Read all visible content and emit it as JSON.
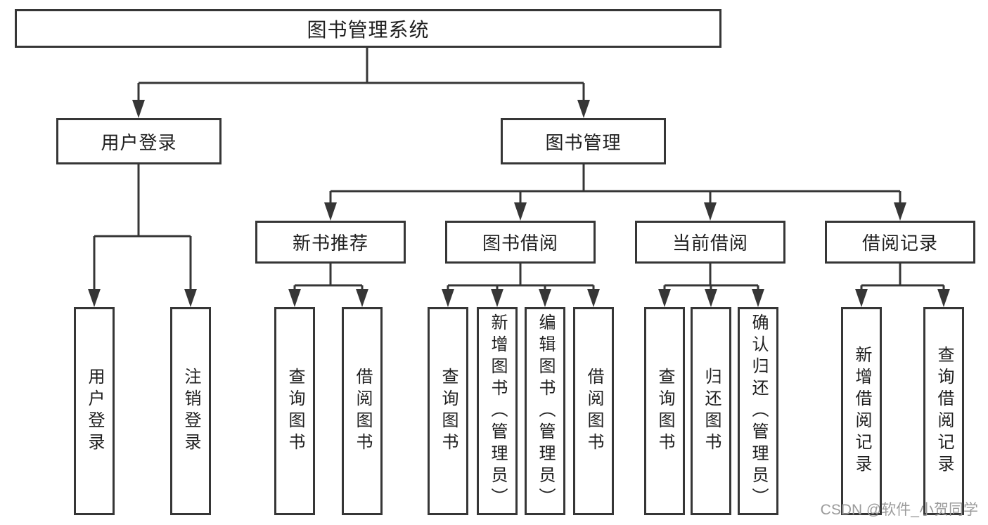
{
  "nodes": {
    "root": "图书管理系统",
    "user_login": "用户登录",
    "book_management": "图书管理",
    "new_book_recommend": "新书推荐",
    "book_borrow": "图书借阅",
    "current_borrow": "当前借阅",
    "borrow_records": "借阅记录",
    "leaf_user_login": "用户登录",
    "leaf_logout": "注销登录",
    "leaf_query_books_1": "查询图书",
    "leaf_borrow_books_1": "借阅图书",
    "leaf_query_books_2": "查询图书",
    "leaf_add_book_admin": "新增图书（管理员）",
    "leaf_edit_book_admin": "编辑图书（管理员）",
    "leaf_borrow_books_2": "借阅图书",
    "leaf_query_books_3": "查询图书",
    "leaf_return_book": "归还图书",
    "leaf_confirm_return_admin": "确认归还（管理员）",
    "leaf_add_borrow_record": "新增借阅记录",
    "leaf_query_borrow_record": "查询借阅记录"
  },
  "watermark": {
    "text": "CSDN @软件_小贺同学"
  },
  "colors": {
    "line": "#363636",
    "text": "#1f1f1f",
    "watermark": "#9b9b9b",
    "background": "#ffffff"
  }
}
